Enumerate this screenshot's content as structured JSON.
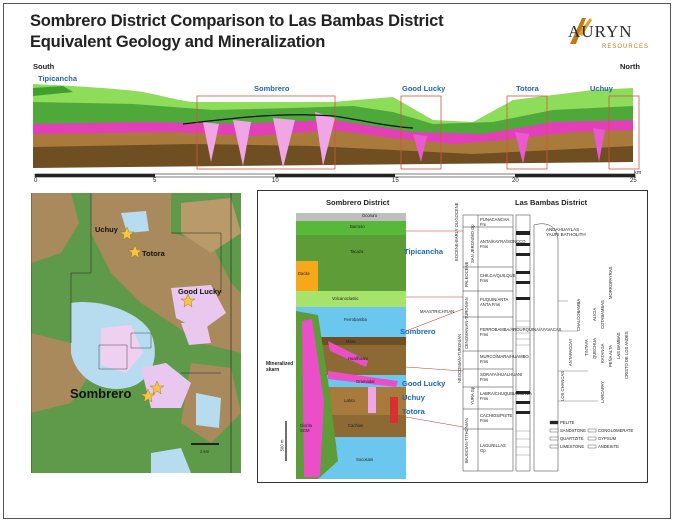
{
  "title": {
    "line1": "Sombrero District Comparison to Las Bambas District",
    "line2": "Equivalent Geology and Mineralization"
  },
  "logo": {
    "name": "AURYN",
    "sub": "RESOURCES"
  },
  "cross_section": {
    "south": "South",
    "north": "North",
    "areas": [
      "Tipicancha",
      "Sombrero",
      "Good Lucky",
      "Totora",
      "Uchuy"
    ],
    "scale_ticks": [
      "0",
      "5",
      "10",
      "15",
      "20",
      "25"
    ],
    "scale_unit": "km"
  },
  "map": {
    "labels": [
      "Uchuy",
      "Totora",
      "Good Lucky",
      "Sombrero"
    ],
    "scale": "2 km"
  },
  "strat": {
    "sombrero_header": "Sombrero District",
    "lasbambas_header": "Las Bambas District",
    "units": [
      "Ocoruro",
      "Barroso",
      "Tacaza",
      "Dacite",
      "Volcanoclastic",
      "Ferrobamba",
      "Mara",
      "Huallhuani",
      "Gramadal",
      "Labra",
      "Cachios",
      "Socosani"
    ],
    "skarn_label": "Mineralized skarn",
    "diorite_label": "Diorita SGM",
    "callouts": [
      "Tipicancha",
      "Sombrero",
      "Good Lucky",
      "Uchuy",
      "Totora"
    ],
    "scale": "500 m",
    "lb_units": [
      "PUNACANCHA Fm",
      "ANTA/KAYRA/SONCCO Fms",
      "CHILCA/QUILQUE Fms",
      "PUQUIN/ANTA ANTA Fms",
      "FERROBAMBA/AROURQUINA/AYAVACAS Fms",
      "MURCO/MARA/HUAMBO Fms",
      "SORAYA/HUALHUANI Fms",
      "LABRA/CHUQUIBAMBILLA Fms",
      "CACHIOS/PISTE Fms",
      "LAGUNILLAS Gp"
    ],
    "lb_ages": [
      "EOCENE-EARLY OLIGOCENE",
      "PALEOCENE",
      "MAASTRICHTIAN",
      "CENOMANIAN-TURONIAN",
      "NEOCOMIAN-TURONIAN",
      "YURA Gp",
      "BAJOCIAN-TITHONIAN"
    ],
    "lb_groups": [
      "SAN JERONIMO Gp"
    ],
    "batholith": "ANDAHUAYLAS - YAURI BATHOLITH",
    "deposits": [
      "LOS CHANCAS",
      "ANTAPACCAY",
      "CHALCOBAMBA",
      "TINTAYA",
      "ALICIA",
      "COTABAMBAS",
      "MORROPAYRAS",
      "QUECHUA",
      "KATANGA",
      "LAS BAMBAS",
      "PEÑA ALTA",
      "CRISTO DE LOS ANDES",
      "LARCAPAY"
    ],
    "legend": [
      "PELITE",
      "SANDSTONE",
      "CONGLOMERATE",
      "QUARTZITE",
      "GYPSUM",
      "LIMESTONE",
      "ANDESITE"
    ]
  }
}
